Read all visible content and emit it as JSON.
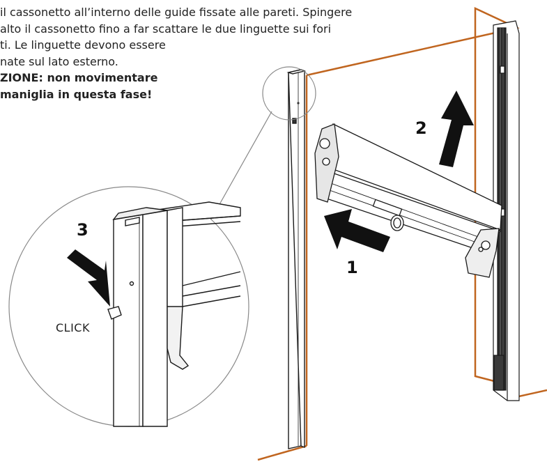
{
  "instructions": {
    "lines": [
      " il cassonetto all’interno delle guide fissate alle pareti. Spingere",
      "alto il cassonetto fino a far scattare le due linguette sui fori",
      "ti. Le linguette devono essere",
      "nate sul lato esterno."
    ],
    "warning": [
      "ZIONE: non movimentare",
      "maniglia in questa fase!"
    ]
  },
  "steps": {
    "step1": "1",
    "step2": "2",
    "step3": "3"
  },
  "callout": {
    "click_label": "CLICK"
  },
  "colors": {
    "wall_outline": "#c0651f",
    "line": "#1a1a1a",
    "arrow": "#111111"
  }
}
